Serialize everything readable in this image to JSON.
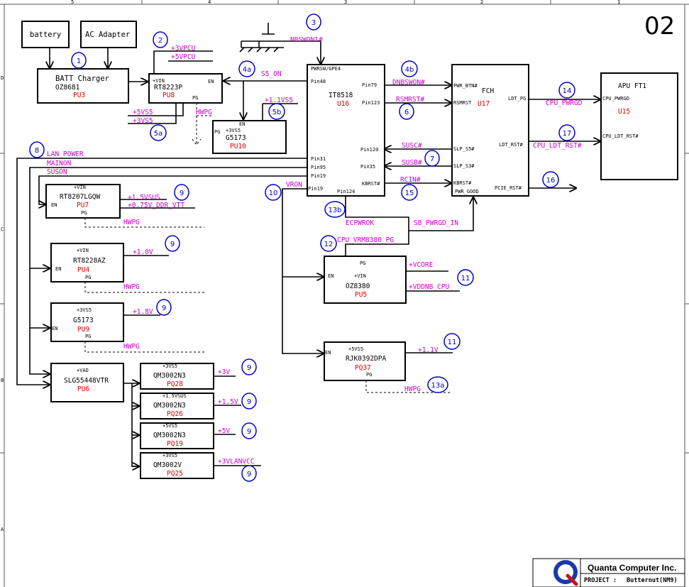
{
  "sheet_number": "02",
  "title_block": {
    "company": "Quanta Computer Inc.",
    "project_label": "PROJECT :",
    "project_name": "Butternut(NM9)"
  },
  "sources": {
    "battery": "battery",
    "ac_adapter": "AC Adapter"
  },
  "blocks": {
    "pu3": {
      "name": "BATT Charger",
      "part": "OZ8681",
      "ref": "PU3"
    },
    "pu8": {
      "name": "RT8223P",
      "ref": "PU8",
      "pin_vin": "+VIN",
      "pin_en": "EN",
      "pin_pg": "PG"
    },
    "pu10": {
      "name": "G5173",
      "ref": "PU10",
      "pin_en": "EN",
      "pin_pg": "PG",
      "pin_supply": "+3VS5"
    },
    "u16": {
      "name": "IT8518",
      "ref": "U16",
      "pins": [
        "PWRSW/GPE4",
        "Pin48",
        "Pin79",
        "Pin123",
        "Pin120",
        "Pin35",
        "KBRST#",
        "Pin31",
        "Pin95",
        "Pin19",
        "Pin19",
        "Pin124"
      ]
    },
    "u17": {
      "name": "FCH",
      "ref": "U17",
      "pins": [
        "PWR_BTN#",
        "RSMRST",
        "SLP_S5#",
        "SLP_S3#",
        "KBRST#",
        "PWR_GOOD",
        "LDT_PG",
        "LDT_RST#",
        "PCIE_RST#"
      ]
    },
    "u15": {
      "name": "APU FT1",
      "ref": "U15",
      "pins": [
        "CPU_PWRGD",
        "CPU_LDT_RST#"
      ]
    },
    "pu7": {
      "name": "RT8207LGQW",
      "ref": "PU7",
      "pin_vin": "+VIN",
      "pin_en": "EN",
      "pin_pg": "PG"
    },
    "pu4": {
      "name": "RT8228AZ",
      "ref": "PU4",
      "pin_vin": "+VIN",
      "pin_en": "EN",
      "pin_pg": "PG"
    },
    "pu9": {
      "name": "G5173",
      "ref": "PU9",
      "pin_supply": "+3VS5",
      "pin_en": "EN",
      "pin_pg": "PG"
    },
    "pu6": {
      "name": "SLG55448VTR",
      "ref": "PU6",
      "pin_supply": "+VAD"
    },
    "pq28": {
      "name": "QM3002N3",
      "ref": "PQ28",
      "pin_supply": "+3VS5"
    },
    "pq26": {
      "name": "QM3002N3",
      "ref": "PQ26",
      "pin_supply": "+1.5VSUS"
    },
    "pq19": {
      "name": "QM3002N3",
      "ref": "PQ19",
      "pin_supply": "+5VS5"
    },
    "pq25": {
      "name": "QM3002V",
      "ref": "PQ25",
      "pin_supply": "+3VS5"
    },
    "pu5": {
      "name": "OZ8380",
      "ref": "PU5",
      "pin_pg": "PG",
      "pin_vin": "+VIN",
      "pin_en": "EN"
    },
    "pq37": {
      "name": "RJK0392DPA",
      "ref": "PQ37",
      "pin_supply": "+5VS5",
      "pin_en": "EN",
      "pin_pg": "PG"
    }
  },
  "signals": {
    "vpcu3": "+3VPCU",
    "vpcu5": "+5VPCU",
    "vs5_5": "+5VS5",
    "vs5_3": "+3VS5",
    "hwpg": "HWPG",
    "nbswon1": "NBSWON1#",
    "s5_on": "S5_ON",
    "v1_1vs5": "+1.1VS5",
    "dnbswon": "DNBSWON#",
    "rsmrst": "RSMRST#",
    "susc": "SUSC#",
    "susb": "SUSB#",
    "rcin": "RCIN#",
    "cpu_pwrgd": "CPU_PWRGD",
    "cpu_ldt_rst": "CPU_LDT_RST#",
    "lan_power": "LAN_POWER",
    "mainon": "MAINON",
    "suson": "SUSON",
    "vron": "VRON",
    "v1_5vsus": "+1.5VSUS",
    "v0_75": "+0.75V_DDR_VTT",
    "v1_0v": "+1.0V",
    "v1_8v": "+1.8V",
    "ecpwrok": "ECPWROK",
    "sb_pwrgd_in": "SB_PWRGD_IN",
    "cpu_vrm": "CPU_VRM8380_PG",
    "vcore": "+VCORE",
    "vddnb": "+VDDNB_CPU",
    "v1_1v": "+1.1V",
    "v3v": "+3V",
    "v1_5v": "+1.5V",
    "v5v": "+5V",
    "v3vlan": "+3VLANVCC"
  },
  "steps": {
    "s1": "1",
    "s2": "2",
    "s3": "3",
    "s4a": "4a",
    "s4b": "4b",
    "s5a": "5a",
    "s5b": "5b",
    "s6": "6",
    "s7": "7",
    "s8": "8",
    "s9": "9",
    "s10": "10",
    "s11": "11",
    "s12": "12",
    "s13a": "13a",
    "s13b": "13b",
    "s14": "14",
    "s15": "15",
    "s16": "16",
    "s17": "17"
  },
  "border_ticks": {
    "top": [
      "5",
      "4",
      "3",
      "2",
      "1"
    ],
    "left": [
      "D",
      "C",
      "B",
      "A"
    ]
  }
}
